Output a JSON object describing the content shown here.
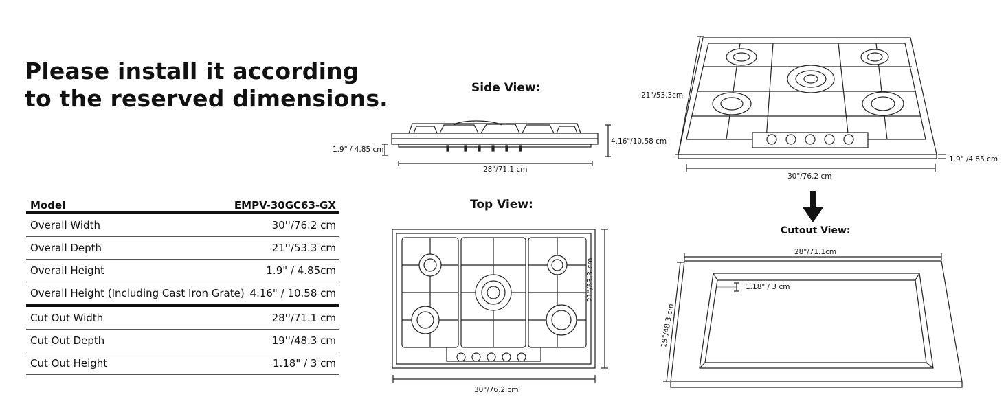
{
  "headline": {
    "line1": "Please install it according",
    "line2": "to the reserved dimensions."
  },
  "spec_table": {
    "header": {
      "label": "Model",
      "value": "EMPV-30GC63-GX"
    },
    "rows": [
      {
        "label": "Overall Width",
        "value": "30''/76.2 cm"
      },
      {
        "label": "Overall Depth",
        "value": "21''/53.3 cm"
      },
      {
        "label": "Overall Height",
        "value": "1.9\" / 4.85cm"
      },
      {
        "label": "Overall Height (Including Cast Iron Grate)",
        "value": "4.16\" / 10.58 cm"
      },
      {
        "label": "Cut Out Width",
        "value": "28''/71.1 cm"
      },
      {
        "label": "Cut Out Depth",
        "value": "19''/48.3 cm"
      },
      {
        "label": "Cut Out Height",
        "value": "1.18\" / 3 cm"
      }
    ]
  },
  "side_view": {
    "title": "Side View:",
    "height_label": "1.9\" / 4.85 cm",
    "grate_height_label": "4.16\"/10.58 cm",
    "width_label": "28\"/71.1 cm"
  },
  "top_view": {
    "title": "Top View:",
    "width_label": "30\"/76.2 cm",
    "depth_label": "21\"/53.3 cm"
  },
  "perspective_view": {
    "depth_label": "21\"/53.3cm",
    "width_label": "30\"/76.2 cm",
    "height_label": "1.9\" /4.85 cm"
  },
  "cutout_view": {
    "title": "Cutout View:",
    "width_label": "28\"/71.1cm",
    "depth_label": "19\"/48.3 cm",
    "height_label": "1.18\" / 3 cm"
  }
}
